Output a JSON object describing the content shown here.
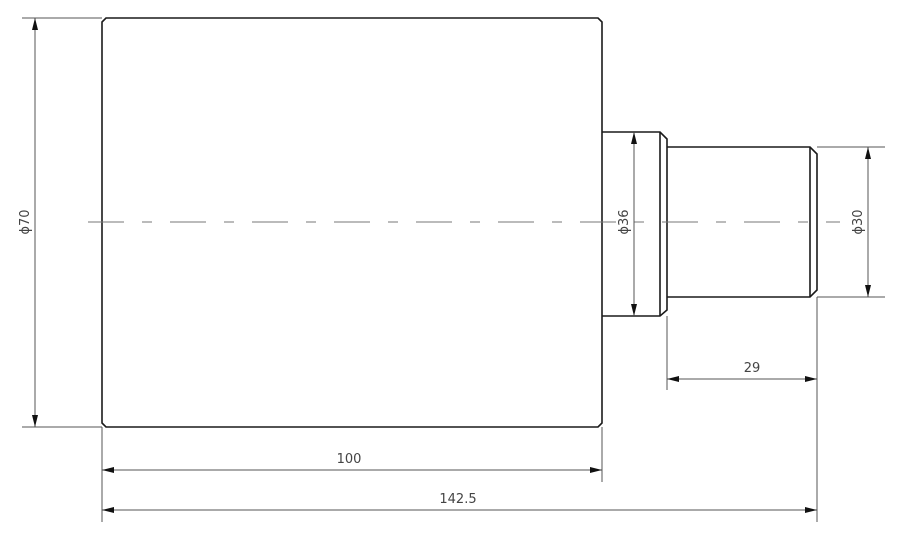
{
  "drawing": {
    "type": "stepped shaft - side view",
    "parts": [
      {
        "name": "main-body",
        "diameter": 70,
        "length": 100
      },
      {
        "name": "shoulder",
        "diameter": 36
      },
      {
        "name": "journal",
        "diameter": 30,
        "length": 29
      }
    ],
    "dimensions": {
      "dia_70": "ϕ70",
      "dia_36": "ϕ36",
      "dia_30": "ϕ30",
      "len_29": "29",
      "len_100": "100",
      "len_total": "142.5"
    },
    "colors": {
      "outline": "#1a1a1a",
      "dimension": "#555555",
      "centerline": "#777777",
      "background": "#ffffff"
    }
  }
}
